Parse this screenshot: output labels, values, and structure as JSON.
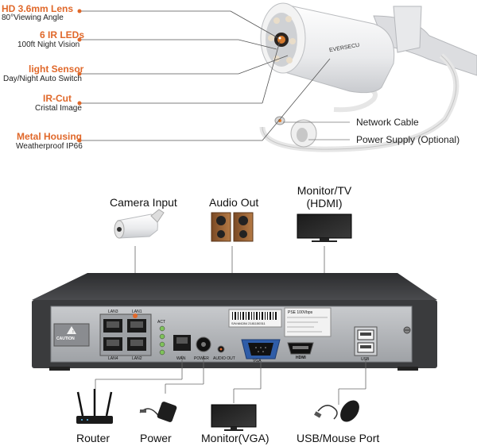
{
  "camera_features": [
    {
      "title": "HD 3.6mm Lens",
      "subtitle": "80°Viewing Angle"
    },
    {
      "title": "6 IR LEDs",
      "subtitle": "100ft Night Vision"
    },
    {
      "title": "light Sensor",
      "subtitle": "Day/Night Auto Switch"
    },
    {
      "title": "IR-Cut",
      "subtitle": "Cristal Image"
    },
    {
      "title": "Metal Housing",
      "subtitle": "Weatherproof IP66"
    }
  ],
  "camera_brand": "EVERSECU",
  "cable_callouts": {
    "network": "Network Cable",
    "power": "Power Supply (Optional)"
  },
  "top_devices": {
    "camera_input": "Camera Input",
    "audio_out": "Audio Out",
    "monitor_tv_line1": "Monitor/TV",
    "monitor_tv_line2": "(HDMI)"
  },
  "bottom_devices": {
    "router": "Router",
    "power": "Power",
    "monitor_vga": "Monitor(VGA)",
    "usb_mouse": "USB/Mouse Port"
  },
  "nvr_labels": {
    "caution": "CAUTION",
    "lan3": "LAN3",
    "lan1": "LAN1",
    "lan4": "LAN4",
    "lan2": "LAN2",
    "act": "ACT",
    "wan": "WAN",
    "power": "POWER",
    "audio_out": "AUDIO OUT",
    "vga": "VGA",
    "hdmi": "HDMI",
    "usb": "USB",
    "psu": "PSE 100Vbps",
    "serial": "S/N:M4284 2181150311"
  },
  "colors": {
    "accent": "#e0682a",
    "nvr_body": "#3a3b3d",
    "nvr_plate": "#b8babd",
    "line": "#555555"
  }
}
